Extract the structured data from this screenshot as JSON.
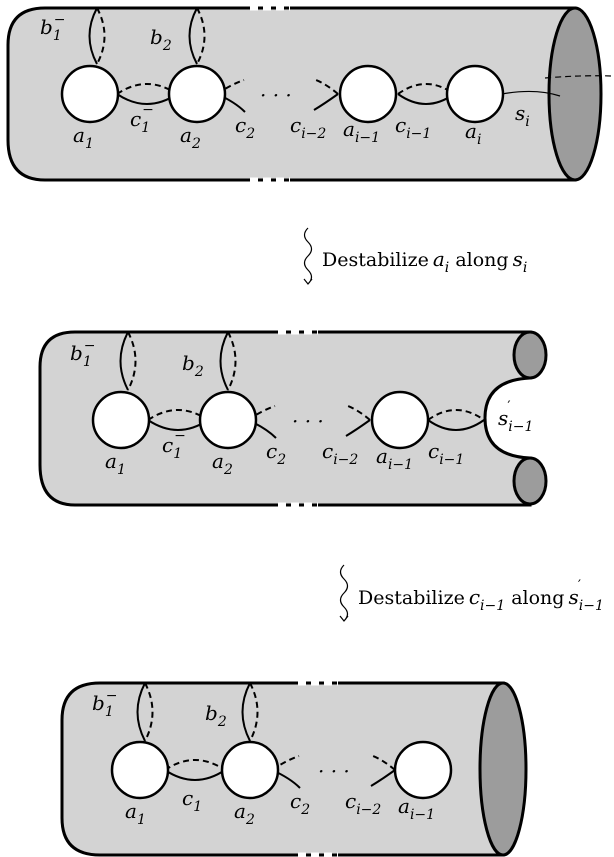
{
  "labels": {
    "a": "a",
    "b": "b",
    "c": "c",
    "s": "s",
    "minus": "−",
    "prime": "′",
    "sub1": "1",
    "sub2": "2",
    "subi": "i",
    "subim1": "i−1",
    "subim2": "i−2",
    "dots": "· · ·"
  },
  "steps": [
    {
      "prefix": "Destabilize",
      "along": "along"
    },
    {
      "prefix": "Destabilize",
      "along": "along"
    }
  ],
  "colors": {
    "surface": "#d3d3d3",
    "endcap": "#9c9c9c",
    "hole": "#ffffff"
  }
}
